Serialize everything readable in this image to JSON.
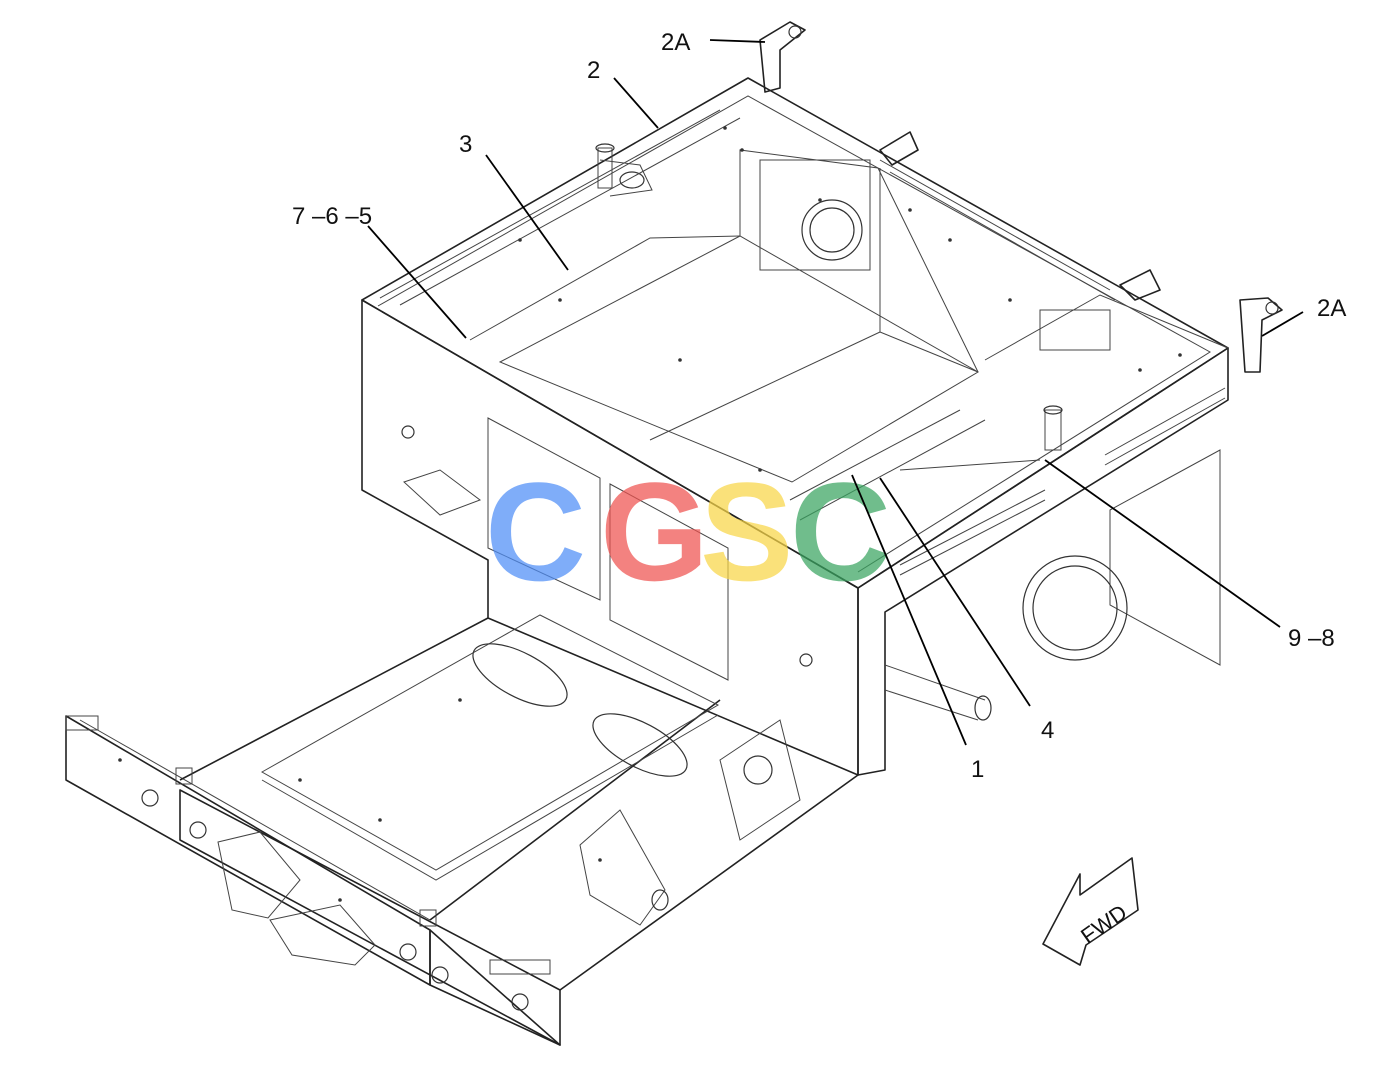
{
  "callouts": {
    "c2a_top": "2A",
    "c2": "2",
    "c3": "3",
    "c765": "7 –6 –5",
    "c2a_right": "2A",
    "c98": "9 –8",
    "c4": "4",
    "c1": "1"
  },
  "direction_arrow": {
    "text": "FWD"
  },
  "watermark": {
    "letters": [
      "C",
      "G",
      "S",
      "C"
    ],
    "colors": [
      "#4f8ef7",
      "#ef5350",
      "#f9d648",
      "#3aa561"
    ]
  }
}
